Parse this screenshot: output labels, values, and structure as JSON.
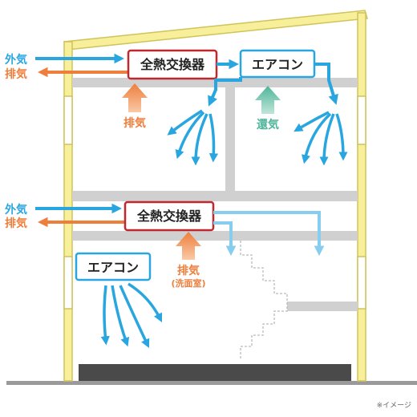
{
  "labels": {
    "outside_air": "外気",
    "exhaust": "排気",
    "heat_exchanger": "全熱交換器",
    "aircon": "エアコン",
    "return_air": "還気",
    "washroom": "(洗面室)",
    "note": "※イメージ"
  },
  "colors": {
    "supply_blue": "#29a6e0",
    "light_blue": "#86cdf0",
    "exhaust_orange": "#ee7e3c",
    "return_green": "#4fb59a",
    "wall_yellow": "#f7ef9a",
    "wall_border": "#cfc35a",
    "floor_gray": "#d0d0d0",
    "heat_exchanger_border": "#c0282f"
  }
}
